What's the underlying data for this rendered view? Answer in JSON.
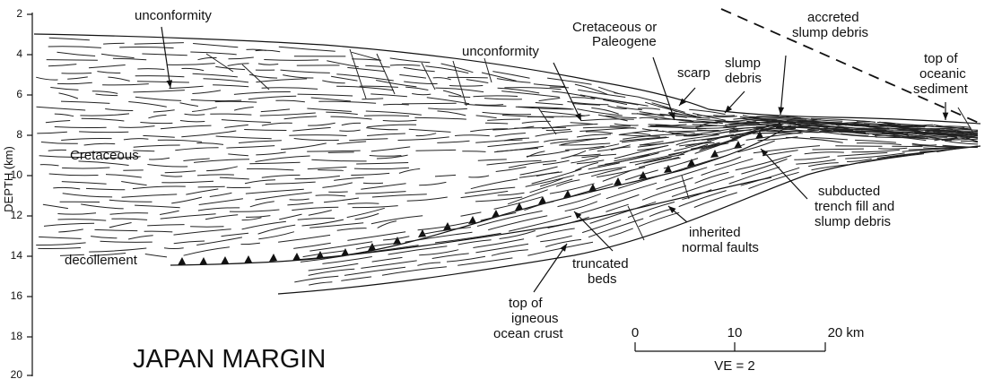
{
  "figure": {
    "title": "JAPAN MARGIN",
    "y_axis_label": "DEPTH (km)",
    "y_ticks": [
      "2",
      "4",
      "6",
      "8",
      "10",
      "12",
      "14",
      "16",
      "18",
      "20"
    ],
    "scale_bar": {
      "ticks": [
        "0",
        "10",
        "20 km"
      ],
      "note": "VE = 2"
    },
    "labels": {
      "unconformity_left": "unconformity",
      "unconformity_mid": "unconformity",
      "cretaceous_paleogene": [
        "Cretaceous or",
        "Paleogene"
      ],
      "scarp": "scarp",
      "slump_debris": [
        "slump",
        "debris"
      ],
      "accreted": [
        "accreted",
        "slump debris"
      ],
      "top_oceanic_sediment": [
        "top of",
        "oceanic",
        "sediment"
      ],
      "cretaceous": "Cretaceous",
      "decollement": "decollement",
      "truncated_beds": [
        "truncated",
        "beds"
      ],
      "inherited_faults": [
        "inherited",
        "normal faults"
      ],
      "subducted": [
        "subducted",
        "trench fill and",
        "slump debris"
      ],
      "igneous_crust": [
        "top of",
        "igneous",
        "ocean crust"
      ]
    }
  }
}
